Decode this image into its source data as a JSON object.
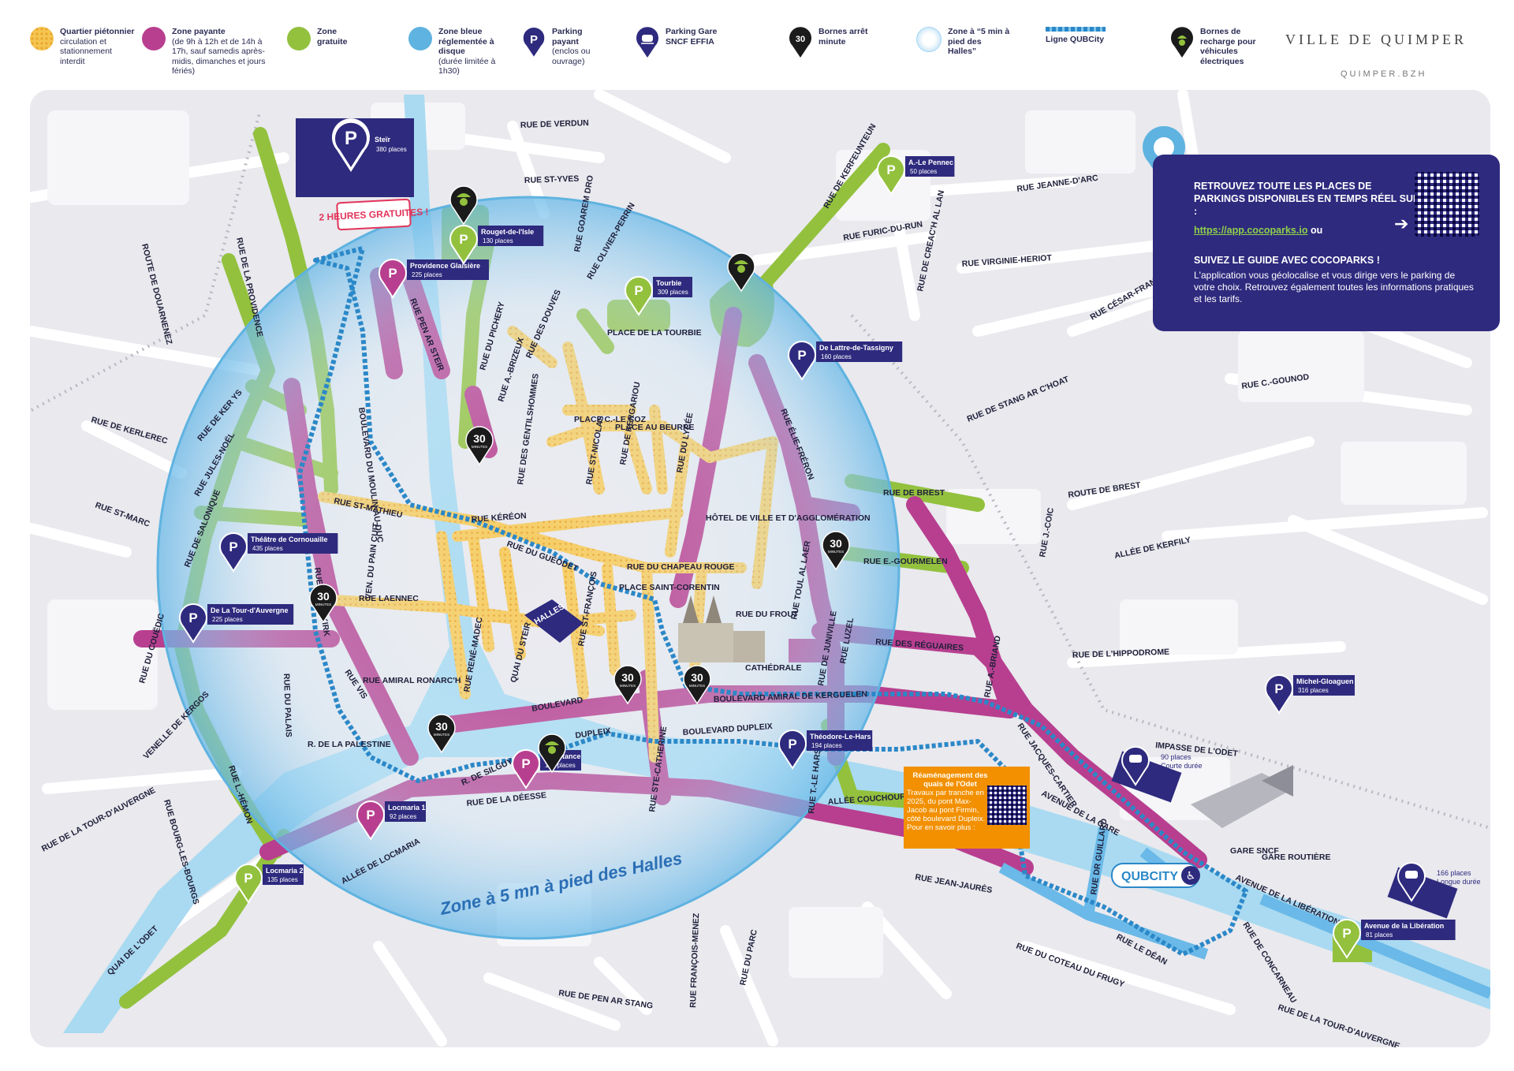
{
  "legend": {
    "pedestrian": {
      "title": "Quartier piétonnier",
      "sub": "circulation et stationnement interdit",
      "color": "#f5c451"
    },
    "paid": {
      "title": "Zone payante",
      "sub": "(de 9h à 12h et de 14h à 17h, sauf samedis après-midis, dimanches et jours fériés)",
      "color": "#b83f8f"
    },
    "free": {
      "title": "Zone gratuite",
      "color": "#93c13e"
    },
    "blue": {
      "title": "Zone bleue réglementée à disque",
      "sub": "(durée limitée à 1h30)",
      "color": "#5fb3e0"
    },
    "parking": {
      "title": "Parking payant",
      "sub": "(enclos ou ouvrage)"
    },
    "gare": {
      "title": "Parking Gare SNCF EFFIA"
    },
    "arret": {
      "title": "Bornes arrêt minute"
    },
    "zone5": {
      "title": "Zone à “5 min à pied des Halles”"
    },
    "qubcity": {
      "title": "Ligne QUBCity",
      "color": "#2b88c8"
    },
    "recharge": {
      "title": "Bornes de recharge pour véhicules électriques"
    }
  },
  "brand": {
    "name": "VILLE DE QUIMPER",
    "url": "QUIMPER.BZH"
  },
  "info": {
    "title": "RETROUVEZ TOUTE LES PLACES DE PARKINGS DISPONIBLES EN TEMPS RÉEL SUR :",
    "link": "https://app.cocoparks.io",
    "link_suffix": " ou",
    "guide": "SUIVEZ LE GUIDE AVEC COCOPARKS !",
    "desc": "L'application vous géolocalise et vous dirige vers le parking de votre choix. Retrouvez également toutes les informations pratiques et les tarifs."
  },
  "works": {
    "title": "Réaménagement des quais de l'Odet",
    "text": "Travaux par tranche en 2025, du pont Max-Jacob au pont Firmin, côté boulevard Dupleix.",
    "more": "Pour en savoir plus :"
  },
  "zone_label": "Zone à 5 mn à pied des Halles",
  "promo": "2 HEURES GRATUITES !",
  "minute_label": "30",
  "minute_sub": "MINUTES",
  "qubcity_logo": "QUBCITY",
  "parkings": [
    {
      "name": "Steïr",
      "places": "380 places"
    },
    {
      "name": "Providence Glaisière",
      "places": "225 places"
    },
    {
      "name": "Rouget-de-l'Isle",
      "places": "130 places"
    },
    {
      "name": "Tourbie",
      "places": "309 places"
    },
    {
      "name": "A.-Le Pennec",
      "places": "50 places"
    },
    {
      "name": "De Lattre-de-Tassigny",
      "places": "160 places"
    },
    {
      "name": "Théâtre de Cornouaille",
      "places": "435 places"
    },
    {
      "name": "De La Tour-d'Auvergne",
      "places": "225 places"
    },
    {
      "name": "Résistance",
      "places": "135 places"
    },
    {
      "name": "Locmaria 1",
      "places": "92 places"
    },
    {
      "name": "Locmaria 2",
      "places": "135 places"
    },
    {
      "name": "Théodore-Le-Hars",
      "places": "194 places"
    },
    {
      "name": "Michel-Gloaguen",
      "places": "316 places"
    },
    {
      "name": "Avenue de la Libération",
      "places": "81 places"
    }
  ],
  "gare_parkings": [
    {
      "places": "90 places",
      "note": "Courte durée"
    },
    {
      "places": "166 places",
      "note": "Longue durée"
    }
  ],
  "places": {
    "halles": "HALLES",
    "cathedrale": "CATHÉDRALE",
    "hotel": "HÔTEL DE VILLE ET D'AGGLOMÉRATION",
    "gare": "GARE SNCF",
    "gare_routiere": "GARE ROUTIÈRE",
    "place_coz": "PLACE C.-LE COZ",
    "place_beurre": "PLACE AU BEURRE",
    "place_corentin": "PLACE SAINT-CORENTIN",
    "place_tourbie": "PLACE DE LA TOURBIE"
  },
  "streets": [
    "RUE DE VERDUN",
    "RUE ST-YVES",
    "RUE GOAREM DRO",
    "RUE OLIVIER-PERRIN",
    "RUE DE KERFEUNTEUN",
    "RUE JEANNE-D'ARC",
    "RUE FURIC-DU-RUN",
    "RUE DE CREAC'H AL LAN",
    "RUE VIRGINIE-HERIOT",
    "RUE CÉSAR-FRANCK",
    "RUE DE STANG AR C'HOAT",
    "RUE C.-GOUNOD",
    "ROUTE DE BREST",
    "RUE DE BREST",
    "RUE J.-COIC",
    "ALLÉE DE KERFILY",
    "RUE E.-GOURMELEN",
    "RUE DE L'HIPPODROME",
    "RUE DES RÉGUAIRES",
    "RUE DE JUNIVILLE",
    "RUE LUZEL",
    "RUE TOUL AL LAER",
    "RUE DU FROUT",
    "BOULEVARD AMIRAL DE KERGUELEN",
    "BOULEVARD DUPLEIX",
    "DUPLEIX",
    "RUE A.-BRIAND",
    "RUE JACQUES-CARTIER",
    "AVENUE DE LA GARE",
    "IMPASSE DE L'ODET",
    "AVENUE DE LA LIBÉRATION",
    "RUE DE CONCARNEAU",
    "RUE DE LA TOUR-D'AUVERGNE",
    "RUE LE DÉAN",
    "RUE DR GUILLARD",
    "RUE JEAN-JAURÈS",
    "ALLÉE COUCHOUREN",
    "RUE DU COTEAU DU FRUGY",
    "RUE T.-LE HARS",
    "RUE STE-CATHERINE",
    "RUE DE LA DÉESSE",
    "ALLÉE DE LOCMARIA",
    "QUAI DE L'ODET",
    "RUE DE PEN AR STANG",
    "RUE FRANÇOIS-MENEZ",
    "RUE DU PARC",
    "BOULEVARD",
    "R. DE SILGUY",
    "R. DE LA PALESTINE",
    "RUE AMIRAL RONARC'H",
    "RUE VIS",
    "RUE DU PALAIS",
    "RUE L.-HÉMON",
    "VENELLE DE KERGOS",
    "RUE BOURG-LES-BOURGS",
    "RUE DE LA TOUR-D'AUVERGNE",
    "RUE DU COUËDIC",
    "RUE DE SALONIQUE",
    "RUE ST-MARC",
    "RUE JULES-NOËL",
    "RUE DE KER YS",
    "RUE DE KERLEREC",
    "ROUTE DE DOUARNENEZ",
    "RUE DE LA PROVIDENCE",
    "BOULEVARD DU MOULIN-AU-DUC",
    "RUE PEN AR STEIR",
    "RUE DU PICHERY",
    "RUE A.-BRIZEUX",
    "RUE DES DOUVES",
    "RUE ÉLIE-FRÉRON",
    "RUE DU LYCÉE",
    "RUE DE KERGARIOU",
    "RUE ST-NICOLAS",
    "RUE DES GENTILSHOMMES",
    "RUE KÉRÉON",
    "RUE DU GUÉODET",
    "RUE DU CHAPEAU ROUGE",
    "RUE ST-MATHIEU",
    "RUE LAENNEC",
    "VEN. DU PAIN CUIT",
    "RUE DE FALKIRK",
    "RUE RENÉ-MADEC",
    "QUAI DU STEIR",
    "RUE ST-FRANÇOIS"
  ]
}
